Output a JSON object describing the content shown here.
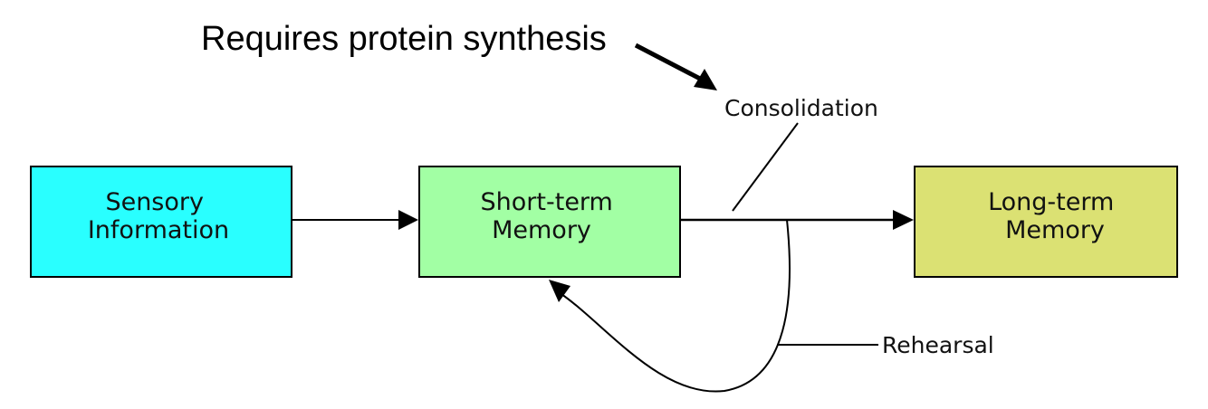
{
  "annotation": {
    "text": "Requires protein synthesis"
  },
  "nodes": {
    "sensory": {
      "line1": "Sensory",
      "line2": "Information",
      "color": "#29ffff"
    },
    "short_term": {
      "line1": "Short-term",
      "line2": "Memory",
      "color": "#a2ffa4"
    },
    "long_term": {
      "line1": "Long-term",
      "line2": "Memory",
      "color": "#dbe173"
    }
  },
  "labels": {
    "consolidation": "Consolidation",
    "rehearsal": "Rehearsal"
  },
  "colors": {
    "stroke": "#000000"
  }
}
